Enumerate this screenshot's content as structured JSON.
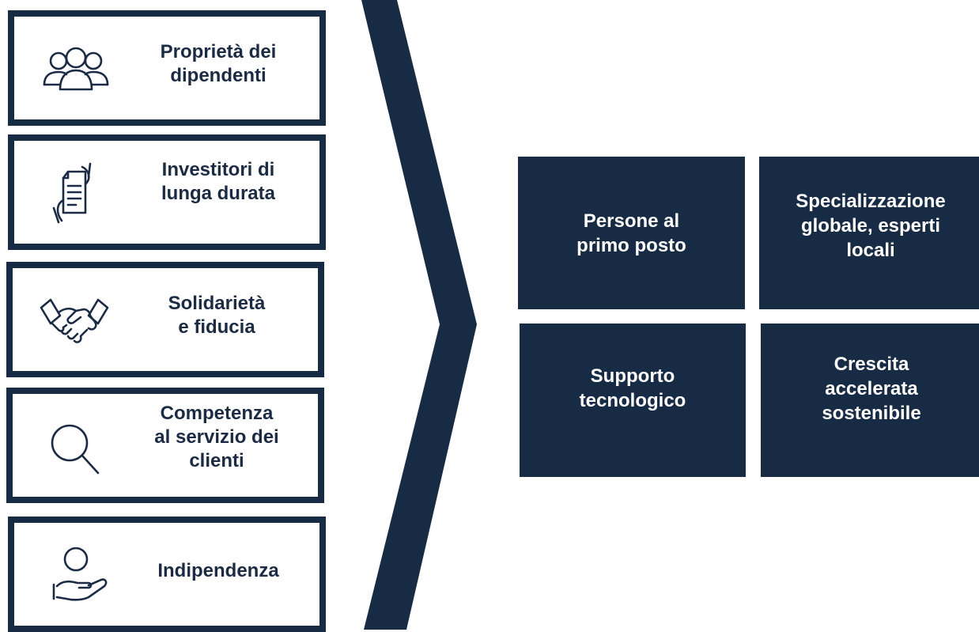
{
  "pillars": [
    {
      "lines": [
        "Proprietà dei",
        "dipendenti"
      ],
      "icon": "people-group-icon"
    },
    {
      "lines": [
        "Investitori di",
        "lunga durata"
      ],
      "icon": "document-hands-icon"
    },
    {
      "lines": [
        "Solidarietà",
        "e fiducia"
      ],
      "icon": "handshake-icon"
    },
    {
      "lines": [
        "Competenza",
        "al servizio dei",
        "clienti"
      ],
      "icon": "magnifier-icon"
    },
    {
      "lines": [
        "Indipendenza"
      ],
      "icon": "person-hand-icon"
    }
  ],
  "values": [
    {
      "lines": [
        "Persone al",
        "primo posto"
      ]
    },
    {
      "lines": [
        "Specializzazione",
        "globale, esperti",
        "locali"
      ]
    },
    {
      "lines": [
        "Supporto",
        "tecnologico"
      ]
    },
    {
      "lines": [
        "Crescita",
        "accelerata",
        "sostenibile"
      ]
    }
  ],
  "colors": {
    "navy": "#172b45",
    "text": "#1b2b44",
    "background": "#ffffff"
  }
}
